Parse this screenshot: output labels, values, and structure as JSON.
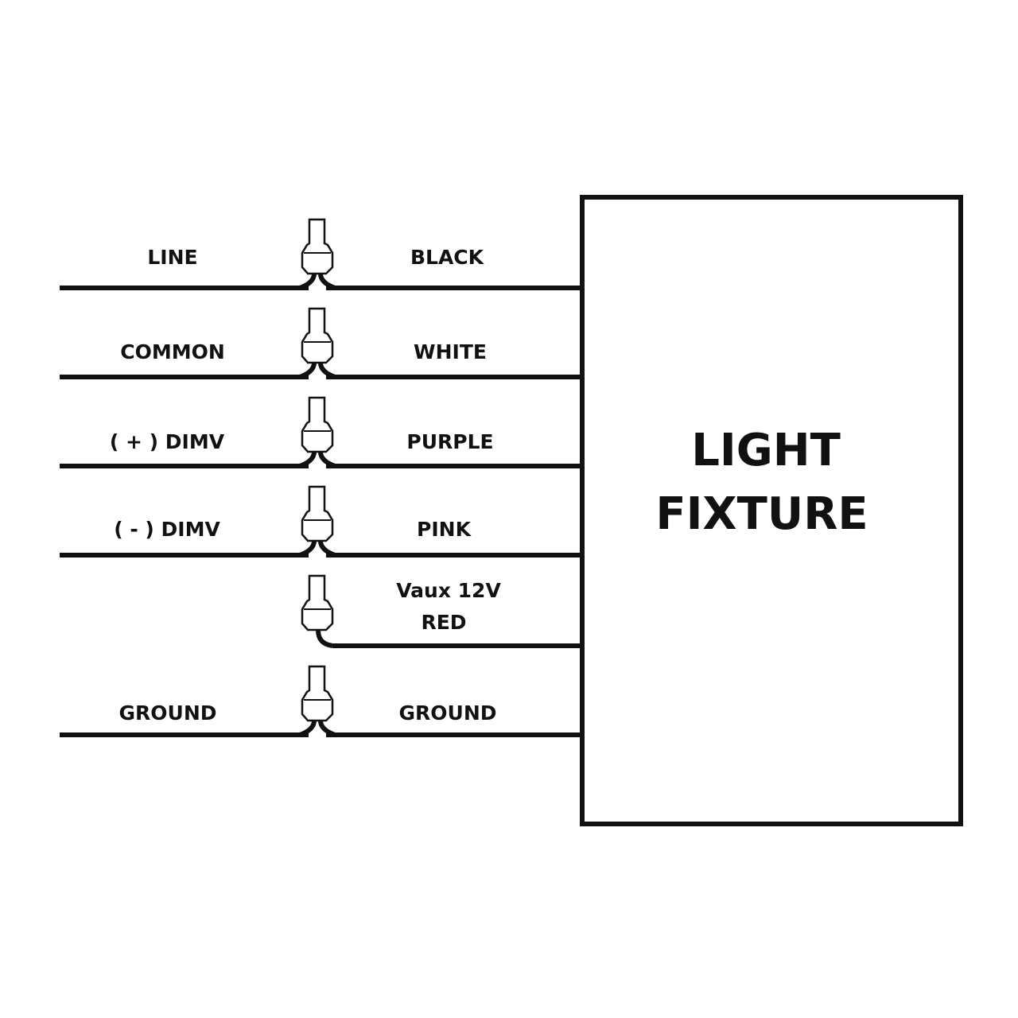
{
  "fixture": {
    "line1": "LIGHT",
    "line2": "FIXTURE"
  },
  "rows": [
    {
      "supply": "LINE",
      "fixture_wire": "BLACK"
    },
    {
      "supply": "COMMON",
      "fixture_wire": "WHITE"
    },
    {
      "supply": "( + ) DIMV",
      "fixture_wire": "PURPLE"
    },
    {
      "supply": "( - ) DIMV",
      "fixture_wire": "PINK"
    },
    {
      "supply": "",
      "fixture_wire_line1": "Vaux 12V",
      "fixture_wire_line2": "RED"
    },
    {
      "supply": "GROUND",
      "fixture_wire": "GROUND"
    }
  ],
  "colors": {
    "line": "#111111",
    "background": "#ffffff"
  }
}
